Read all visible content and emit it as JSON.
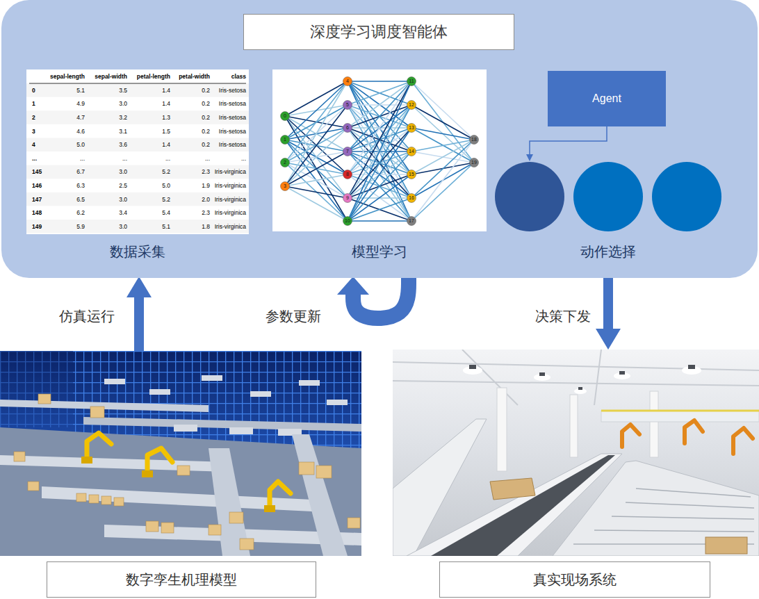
{
  "diagram": {
    "nodes": [
      {
        "text": [
          "深度学习调度智能体"
        ]
      },
      {
        "text": [
          "数据采集"
        ],
        "in": 0
      },
      {
        "text": [
          "模型学习"
        ],
        "in": 0
      },
      {
        "text": [
          "动作选择"
        ],
        "in": 0
      },
      {
        "text": [
          "Agent"
        ],
        "in": 3
      },
      {
        "text": [
          "数字孪生机理模型"
        ]
      },
      {
        "text": [
          "真实现场系统"
        ]
      }
    ],
    "edges": [
      {
        "from": 5,
        "to": 1,
        "arrow": "to",
        "label": "仿真运行"
      },
      {
        "from": 2,
        "to": 2,
        "arrow": "to",
        "label": "参数更新"
      },
      {
        "from": 3,
        "to": 6,
        "arrow": "to",
        "label": "决策下发"
      }
    ],
    "labels": [
      "sepal-length",
      "sepal-width",
      "petal-length",
      "petal-width",
      "class",
      "0",
      "5.1",
      "3.5",
      "1.4",
      "0.2",
      "Iris-setosa",
      "1",
      "4.9",
      "3.0",
      "1.4",
      "0.2",
      "Iris-setosa",
      "2",
      "4.7",
      "3.2",
      "1.3",
      "0.2",
      "Iris-setosa",
      "3",
      "4.6",
      "3.1",
      "1.5",
      "0.2",
      "Iris-setosa",
      "4",
      "5.0",
      "3.6",
      "1.4",
      "0.2",
      "Iris-setosa",
      "...",
      "...",
      "...",
      "...",
      "...",
      "...",
      "145",
      "6.7",
      "3.0",
      "5.2",
      "2.3",
      "Iris-virginica",
      "146",
      "6.3",
      "2.5",
      "5.0",
      "1.9",
      "Iris-virginica",
      "147",
      "6.5",
      "3.0",
      "5.2",
      "2.0",
      "Iris-virginica",
      "148",
      "6.2",
      "3.4",
      "5.4",
      "2.3",
      "Iris-virginica",
      "149",
      "5.9",
      "3.0",
      "5.1",
      "1.8",
      "Iris-virginica",
      "0",
      "1",
      "2",
      "3",
      "4",
      "5",
      "6",
      "7",
      "8",
      "9",
      "10",
      "11",
      "12",
      "13",
      "14",
      "15",
      "16",
      "17",
      "18",
      "19"
    ]
  }
}
